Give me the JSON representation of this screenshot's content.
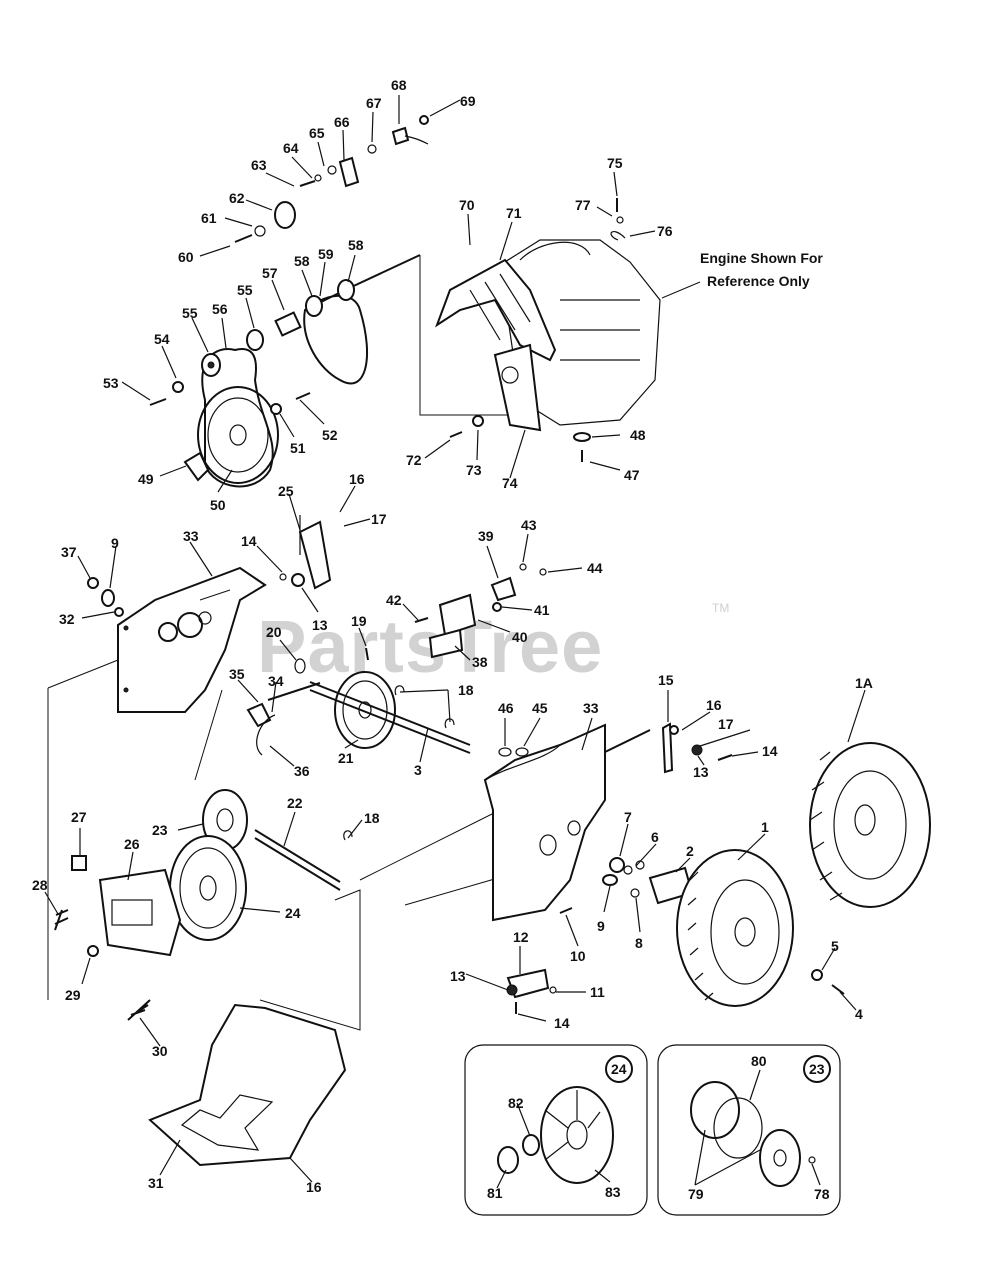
{
  "watermark": {
    "text": "PartsTree",
    "trademark": "TM"
  },
  "engine_note": {
    "line1": "Engine Shown For",
    "line2": "Reference Only"
  },
  "insets": [
    {
      "badge": "24",
      "labels": [
        "82",
        "81",
        "83"
      ]
    },
    {
      "badge": "23",
      "labels": [
        "80",
        "79",
        "78"
      ]
    }
  ],
  "callouts": [
    "68",
    "69",
    "67",
    "66",
    "65",
    "64",
    "63",
    "62",
    "61",
    "60",
    "75",
    "77",
    "76",
    "70",
    "71",
    "58",
    "59",
    "58",
    "57",
    "55",
    "56",
    "55",
    "54",
    "53",
    "52",
    "51",
    "49",
    "50",
    "72",
    "73",
    "74",
    "48",
    "47",
    "16",
    "25",
    "17",
    "14",
    "13",
    "33",
    "9",
    "37",
    "32",
    "39",
    "43",
    "44",
    "42",
    "41",
    "40",
    "38",
    "20",
    "19",
    "18",
    "35",
    "34",
    "36",
    "21",
    "3",
    "46",
    "45",
    "33",
    "15",
    "16",
    "17",
    "14",
    "13",
    "1A",
    "23",
    "22",
    "18",
    "27",
    "26",
    "28",
    "29",
    "24",
    "30",
    "31",
    "16",
    "1",
    "7",
    "6",
    "2",
    "9",
    "8",
    "10",
    "5",
    "4",
    "12",
    "13",
    "11",
    "14"
  ]
}
